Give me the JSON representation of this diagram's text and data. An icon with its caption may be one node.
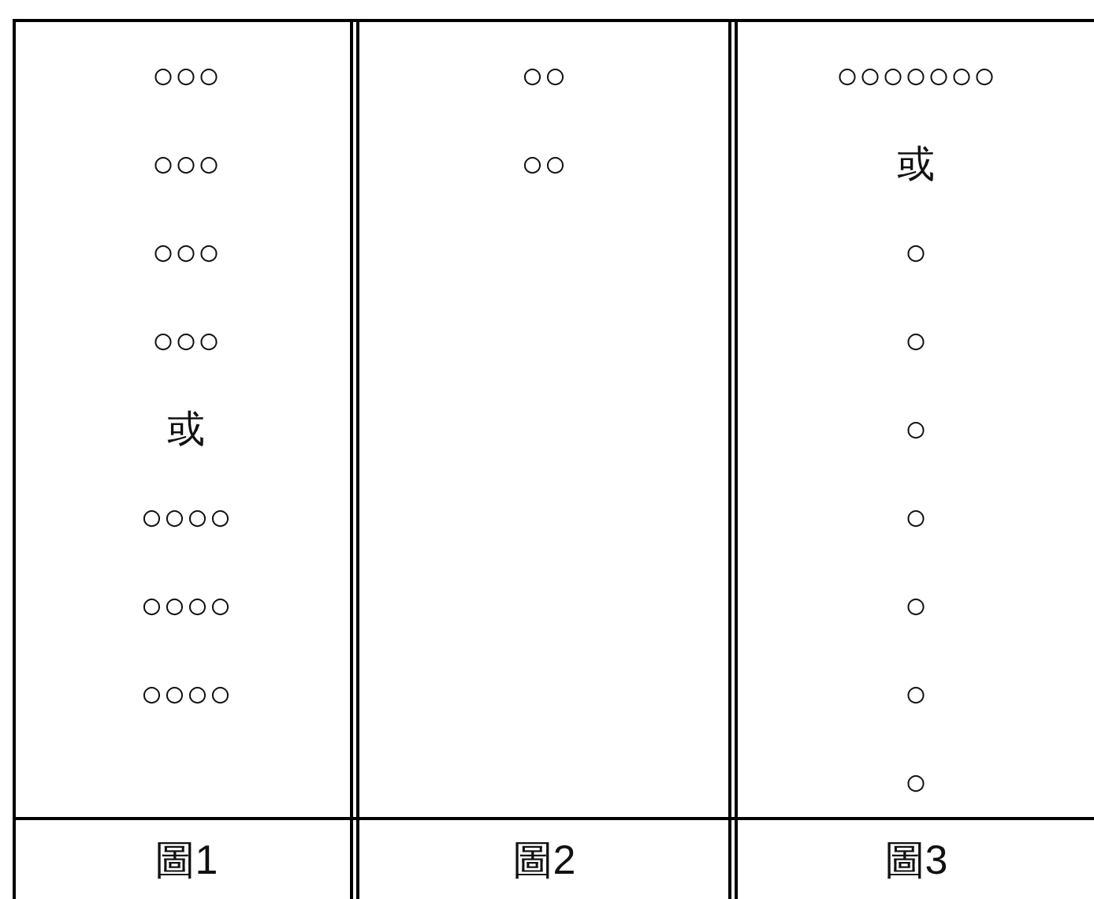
{
  "diagram": {
    "labels": [
      "○○○",
      "○○○",
      "○○○",
      "○○○",
      "或",
      "○○○○",
      "○○○○",
      "○○○○",
      "○○",
      "○○",
      "○○○○○○○",
      "或",
      "○",
      "○",
      "○",
      "○",
      "○",
      "○",
      "○",
      "圖1",
      "圖2",
      "圖3"
    ]
  }
}
